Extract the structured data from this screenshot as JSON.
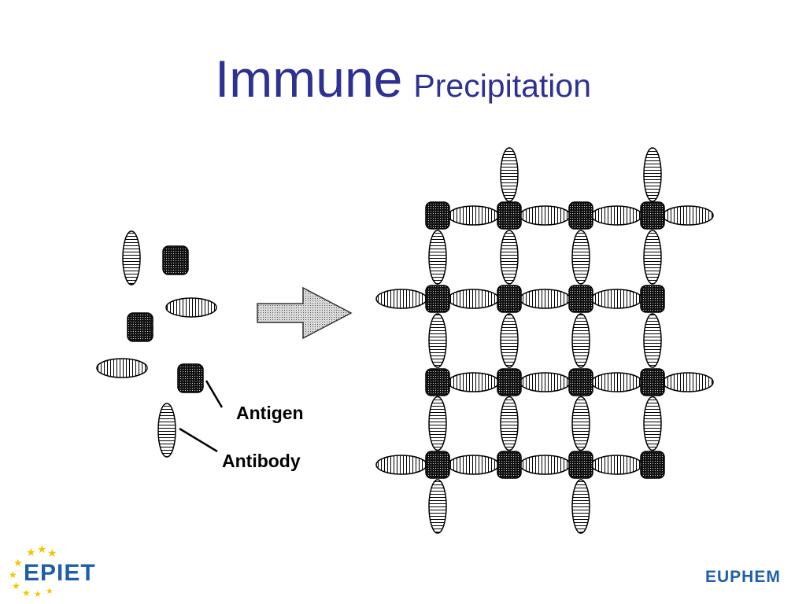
{
  "title": {
    "main": "Immune",
    "secondary": "Precipitation"
  },
  "labels": {
    "antigen": "Antigen",
    "antibody": "Antibody"
  },
  "logos": {
    "left": "EPIET",
    "right": "EUPHEM"
  },
  "colors": {
    "title": "#2e3192",
    "logo": "#1e5fa8",
    "star": "#f2c500",
    "antigen_fill": "#1a1a1a"
  },
  "icons": [
    "arrow-right-icon",
    "antigen-icon",
    "antibody-icon",
    "star-icon"
  ]
}
